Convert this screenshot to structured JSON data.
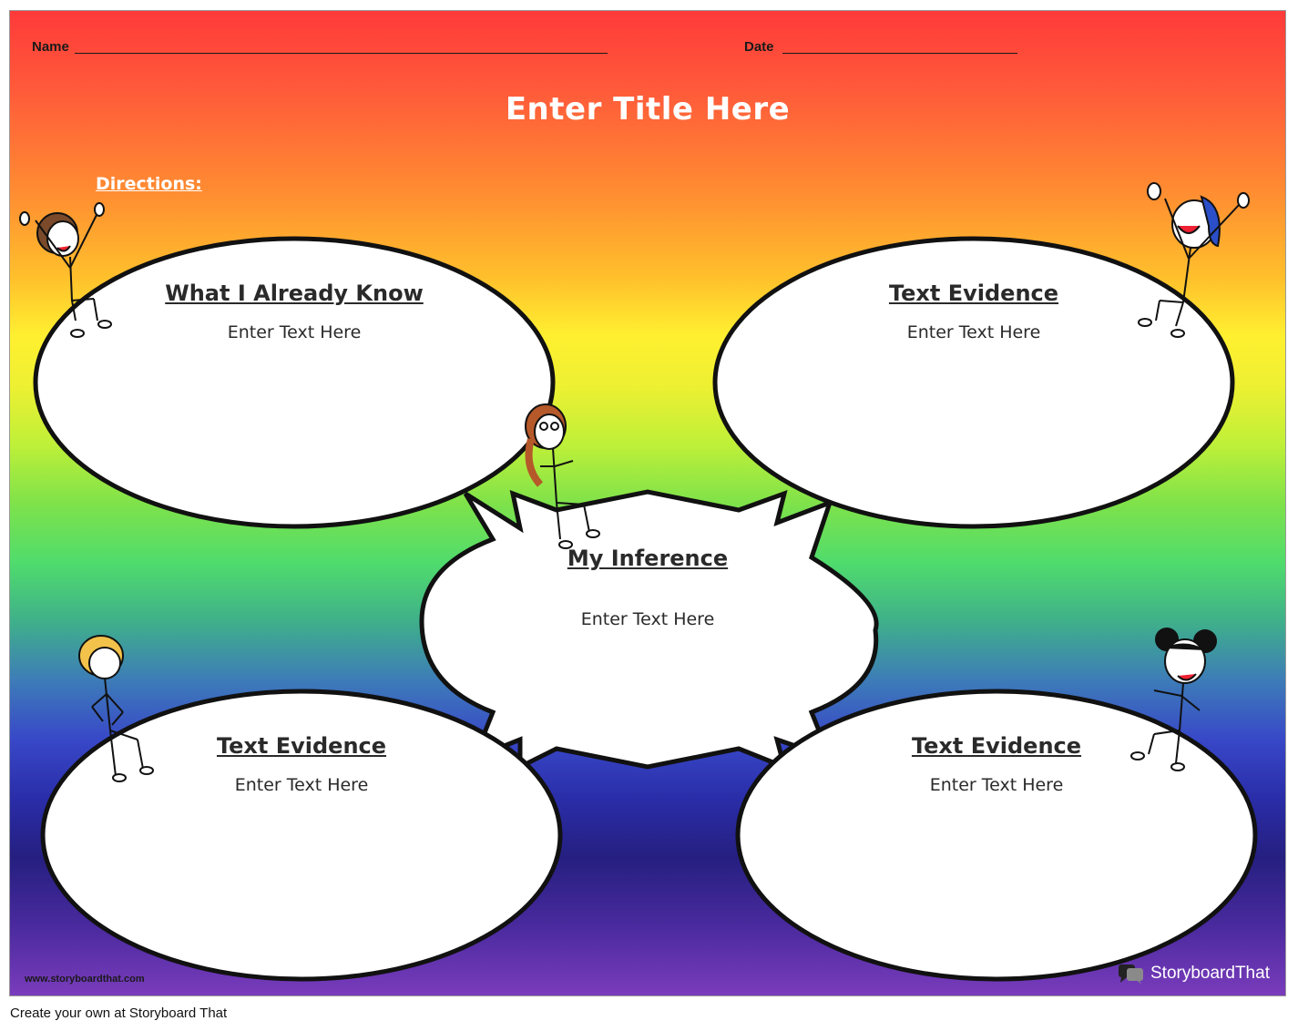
{
  "header": {
    "name_label": "Name",
    "date_label": "Date"
  },
  "title": "Enter Title Here",
  "directions": "Directions:",
  "boxes": {
    "top_left": {
      "heading": "What I Already Know",
      "text": "Enter Text Here"
    },
    "top_right": {
      "heading": "Text Evidence",
      "text": "Enter Text Here"
    },
    "center": {
      "heading": "My Inference",
      "text": "Enter Text Here"
    },
    "bottom_left": {
      "heading": "Text Evidence",
      "text": "Enter Text Here"
    },
    "bottom_right": {
      "heading": "Text Evidence",
      "text": "Enter Text Here"
    }
  },
  "footer": {
    "site_url": "www.storyboardthat.com",
    "brand_part1": "Storyboard",
    "brand_part2": "That",
    "caption": "Create your own at Storyboard That"
  },
  "colors": {
    "outline": "#111111",
    "fill": "#ffffff"
  }
}
